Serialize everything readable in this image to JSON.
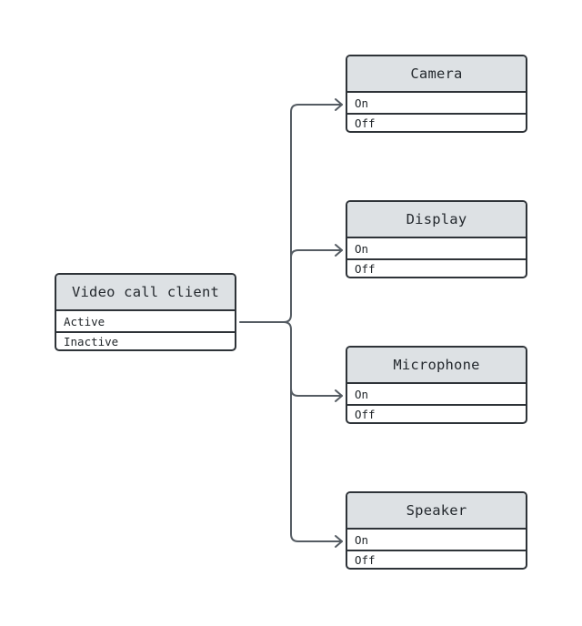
{
  "diagram": {
    "colors": {
      "header_fill": "#dde1e4",
      "border": "#2e3338",
      "connector": "#555c63"
    },
    "source": {
      "title": "Video call client",
      "rows": [
        "Active",
        "Inactive"
      ]
    },
    "targets": [
      {
        "title": "Camera",
        "rows": [
          "On",
          "Off"
        ]
      },
      {
        "title": "Display",
        "rows": [
          "On",
          "Off"
        ]
      },
      {
        "title": "Microphone",
        "rows": [
          "On",
          "Off"
        ]
      },
      {
        "title": "Speaker",
        "rows": [
          "On",
          "Off"
        ]
      }
    ],
    "edges": [
      {
        "from": "Video call client.Active",
        "to": "Camera.On"
      },
      {
        "from": "Video call client.Active",
        "to": "Display.On"
      },
      {
        "from": "Video call client.Active",
        "to": "Microphone.On"
      },
      {
        "from": "Video call client.Active",
        "to": "Speaker.On"
      }
    ]
  }
}
